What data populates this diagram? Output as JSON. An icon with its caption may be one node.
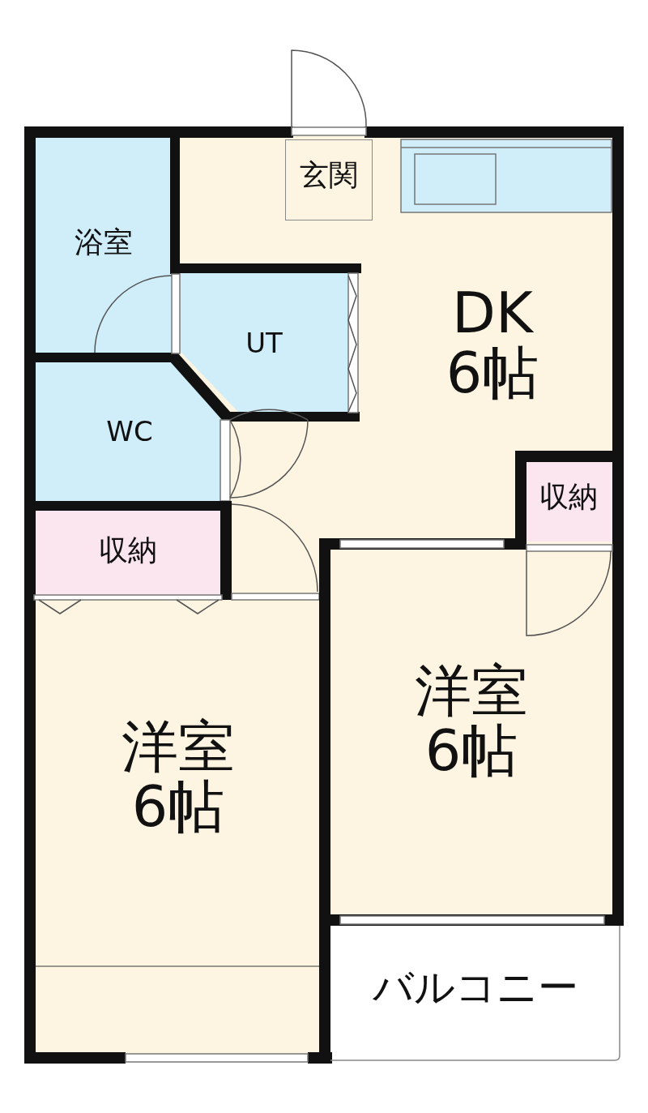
{
  "diagram": {
    "nodes": [
      {
        "text": [
          "浴室"
        ]
      },
      {
        "text": [
          "玄関"
        ]
      },
      {
        "text": [
          "DK",
          "6帖"
        ]
      },
      {
        "text": [
          "UT"
        ]
      },
      {
        "text": [
          "WC"
        ]
      },
      {
        "text": [
          "収納"
        ]
      },
      {
        "text": [
          "収納"
        ]
      },
      {
        "text": [
          "洋室",
          "6帖"
        ]
      },
      {
        "text": [
          "洋室",
          "6帖"
        ]
      },
      {
        "text": [
          "バルコニー"
        ]
      }
    ]
  }
}
